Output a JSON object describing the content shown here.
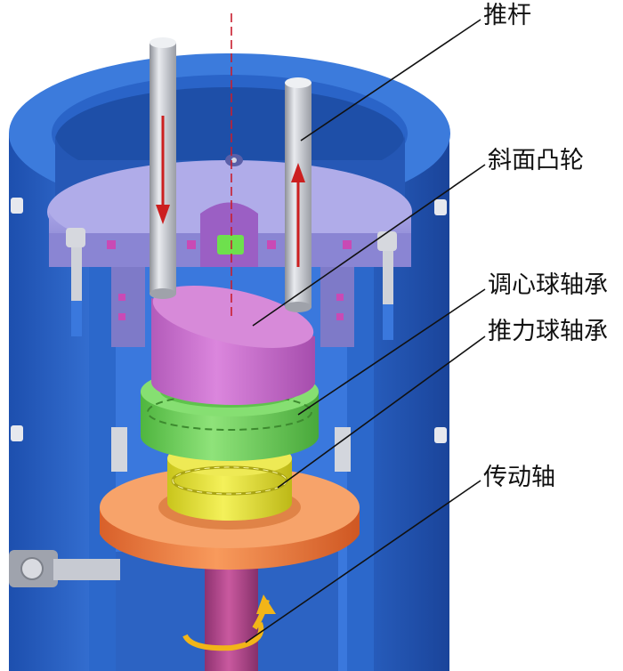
{
  "labels": {
    "push_rod": "推杆",
    "cam": "斜面凸轮",
    "self_aligning_bearing": "调心球轴承",
    "thrust_bearing": "推力球轴承",
    "drive_shaft": "传动轴"
  },
  "colors": {
    "housing": "#2a64c8",
    "housing_dark": "#1b4699",
    "housing_light": "#4a86e0",
    "plate": "#8f8ad8",
    "cam": "#cc6fd0",
    "self_aligning_bearing": "#6fd15b",
    "thrust_bearing": "#e5e23a",
    "drive_disk": "#f07b3e",
    "shaft": "#b2468c",
    "rod": "#c9ccd3",
    "arrow_red": "#cc1f1f",
    "rotation_arrow": "#f2b518",
    "centerline": "#c81e2e"
  },
  "icons": {
    "down_arrow": "arrow-down-icon",
    "up_arrow": "arrow-up-icon",
    "rotation": "rotation-arrow-icon"
  }
}
